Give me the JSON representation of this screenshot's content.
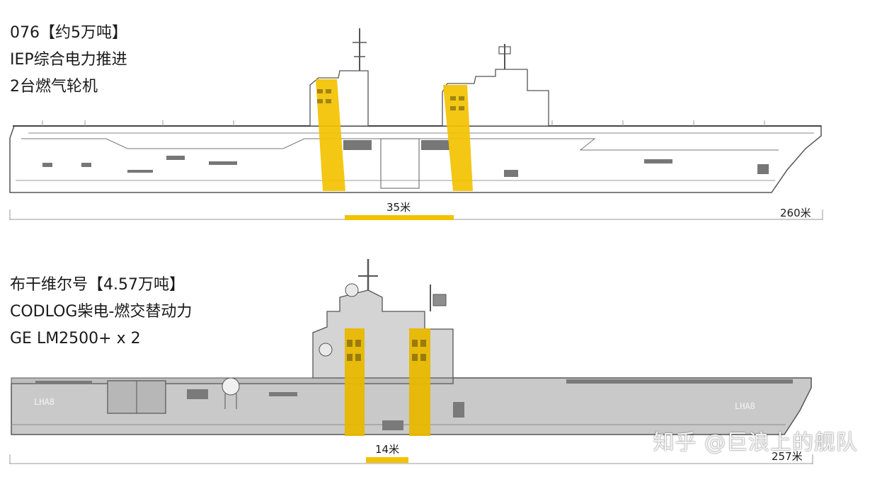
{
  "ships": [
    {
      "lines": [
        "076【约5万吨】",
        "IEP综合电力推进",
        "2台燃气轮机"
      ],
      "gap_label": "35米",
      "length_label": "260米",
      "hull_text": ""
    },
    {
      "lines": [
        "布干维尔号【4.57万吨】",
        "CODLOG柴电-燃交替动力",
        "GE LM2500+ x 2"
      ],
      "gap_label": "14米",
      "length_label": "257米",
      "hull_text": "LHA8"
    }
  ],
  "watermark": "知乎 @巨浪上的舰队",
  "colors": {
    "highlight": "#f2c200",
    "hull_line": "#555555",
    "hull_gray": "#c9c9c9",
    "scale_line": "#9a9a9a"
  }
}
